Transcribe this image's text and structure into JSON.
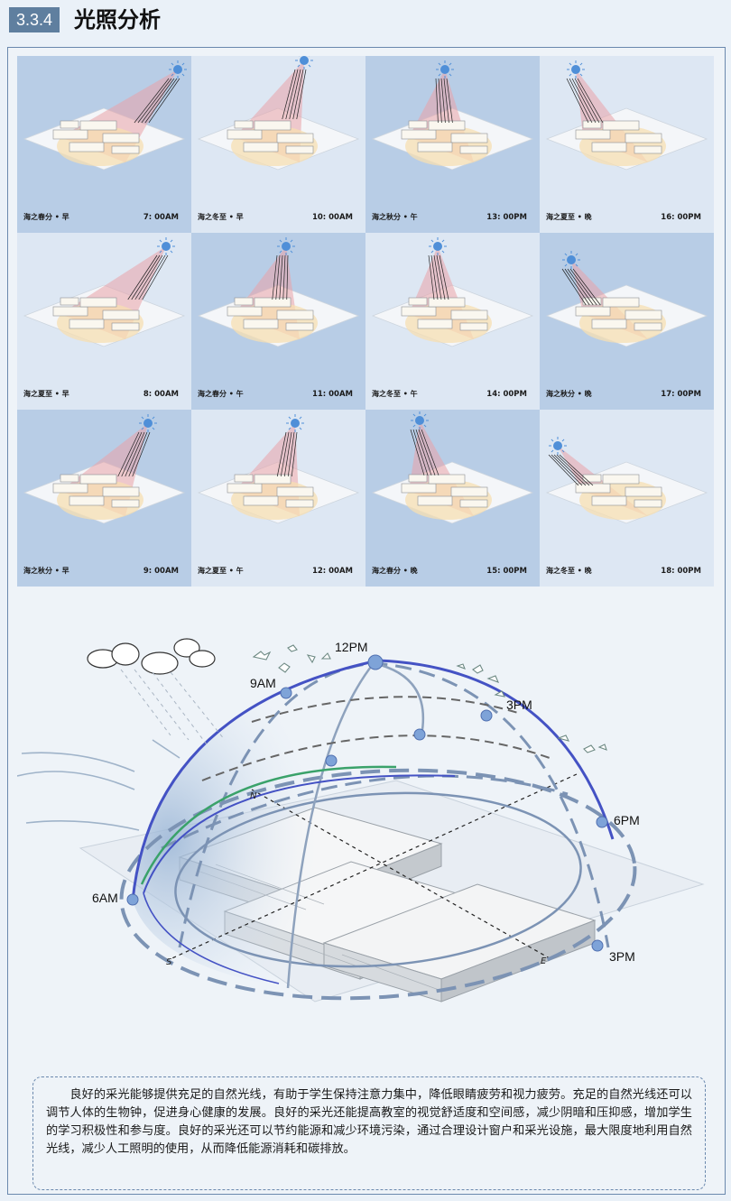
{
  "header": {
    "section_number": "3.3.4",
    "section_title": "光照分析"
  },
  "colors": {
    "cell_dark": "#b8cde6",
    "cell_light": "#dde7f3",
    "sun": "#4f8fd8",
    "ray_cone": "#e9a3a7",
    "light_patch": "#f7dfb2",
    "sun_path": "#4452c4",
    "arc_dashed": "#7c93b4",
    "green_arc": "#3aa26a"
  },
  "cells": [
    {
      "label": "海之春分 • 早",
      "time": "7:  00AM"
    },
    {
      "label": "海之冬至 • 早",
      "time": "10:  00AM"
    },
    {
      "label": "海之秋分 • 午",
      "time": "13:  00PM"
    },
    {
      "label": "海之夏至 • 晚",
      "time": "16:  00PM"
    },
    {
      "label": "海之夏至 • 早",
      "time": "8:  00AM"
    },
    {
      "label": "海之春分 • 午",
      "time": "11:  00AM"
    },
    {
      "label": "海之冬至 • 午",
      "time": "14:  00PM"
    },
    {
      "label": "海之秋分 • 晚",
      "time": "17:  00PM"
    },
    {
      "label": "海之秋分 • 早",
      "time": "9:  00AM"
    },
    {
      "label": "海之夏至 • 午",
      "time": "12:  00AM"
    },
    {
      "label": "海之春分 • 晚",
      "time": "15:  00PM"
    },
    {
      "label": "海之冬至 • 晚",
      "time": "18:  00PM"
    }
  ],
  "diagram": {
    "labels": {
      "noon": "12PM",
      "nine": "9AM",
      "three_upper": "3PM",
      "six_pm": "6PM",
      "six_am": "6AM",
      "three_lower": "3PM",
      "south": "S",
      "north": "N",
      "east": "E"
    }
  },
  "description": "良好的采光能够提供充足的自然光线，有助于学生保持注意力集中，降低眼睛疲劳和视力疲劳。充足的自然光线还可以调节人体的生物钟，促进身心健康的发展。良好的采光还能提高教室的视觉舒适度和空间感，减少阴暗和压抑感，增加学生的学习积极性和参与度。良好的采光还可以节约能源和减少环境污染，通过合理设计窗户和采光设施，最大限度地利用自然光线，减少人工照明的使用，从而降低能源消耗和碳排放。"
}
